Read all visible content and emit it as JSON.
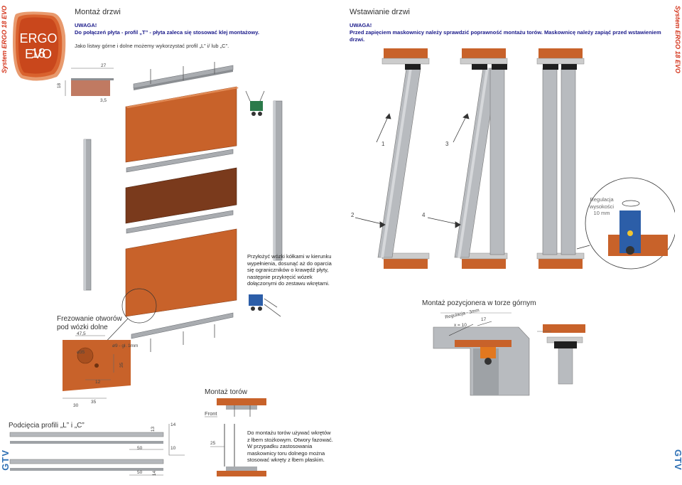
{
  "sidebar": {
    "left_label": "System ERGO 18 EVO",
    "right_label": "System ERGO 18 EVO",
    "brand": "GTV"
  },
  "logo": {
    "line1": "ERGO 18",
    "line2": "EVO"
  },
  "left": {
    "title": "Montaż drzwi",
    "warning_1": "UWAGA!",
    "warning_2": "Do połączeń płyta - profil „T” - płyta zaleca się stosować klej montażowy.",
    "note": "Jako listwy górne i dolne możemy wykorzystać profil „L” i/ lub „C”.",
    "dims": {
      "d27": "27",
      "d18": "18",
      "d35": "3,5"
    },
    "instruction": "Przyłożyć wózki kółkami w kierunku wypełnienia, dosunąć aż do oparcia się ograniczników o krawędź płyty, następnie przykręcić wózek dołączonymi do zestawu wkrętami."
  },
  "frezowanie": {
    "title_1": "Frezowanie otworów",
    "title_2": "pod wózki dolne",
    "d475": "47,5",
    "d35": "ø35",
    "d9": "ø9 - gł. 1mm",
    "d35b": "35",
    "d12": "12",
    "d30": "30",
    "d35c": "35"
  },
  "montaz_torow": {
    "title": "Montaż torów",
    "front": "Front",
    "d25": "25",
    "text": "Do montażu torów używać wkrętów z łbem stożkowym. Otwory fazować. W przypadku zastosowania maskownicy toru dolnego można stosować wkręty z łbem płaskim."
  },
  "podciecia": {
    "title": "Podcięcia profili „L” i „C”",
    "d13": "13",
    "d14a": "14",
    "d50a": "50",
    "d10": "10",
    "d50b": "50",
    "d14b": "14"
  },
  "right": {
    "title": "Wstawianie drzwi",
    "warning_1": "UWAGA!",
    "warning_2": "Przed zapięciem maskownicy należy sprawdzić poprawność montażu torów. Maskownicę należy zapiąć przed wstawieniem drzwi.",
    "step1": "1",
    "step2": "2",
    "step3": "3",
    "step4": "4",
    "reg_1": "Regulacja",
    "reg_2": "wysokości",
    "reg_3": "10 mm",
    "pozycjoner_title": "Montaż pozycjonera w torze górnym",
    "reg_3mm": "Regulacja - 3mm",
    "x10": "x = 10",
    "d17": "17"
  },
  "colors": {
    "accent": "#d4351c",
    "board_orange": "#c8622a",
    "board_brown": "#7a3a1c",
    "profile_grey": "#a9acb0",
    "brand_blue": "#2c6fb4"
  }
}
